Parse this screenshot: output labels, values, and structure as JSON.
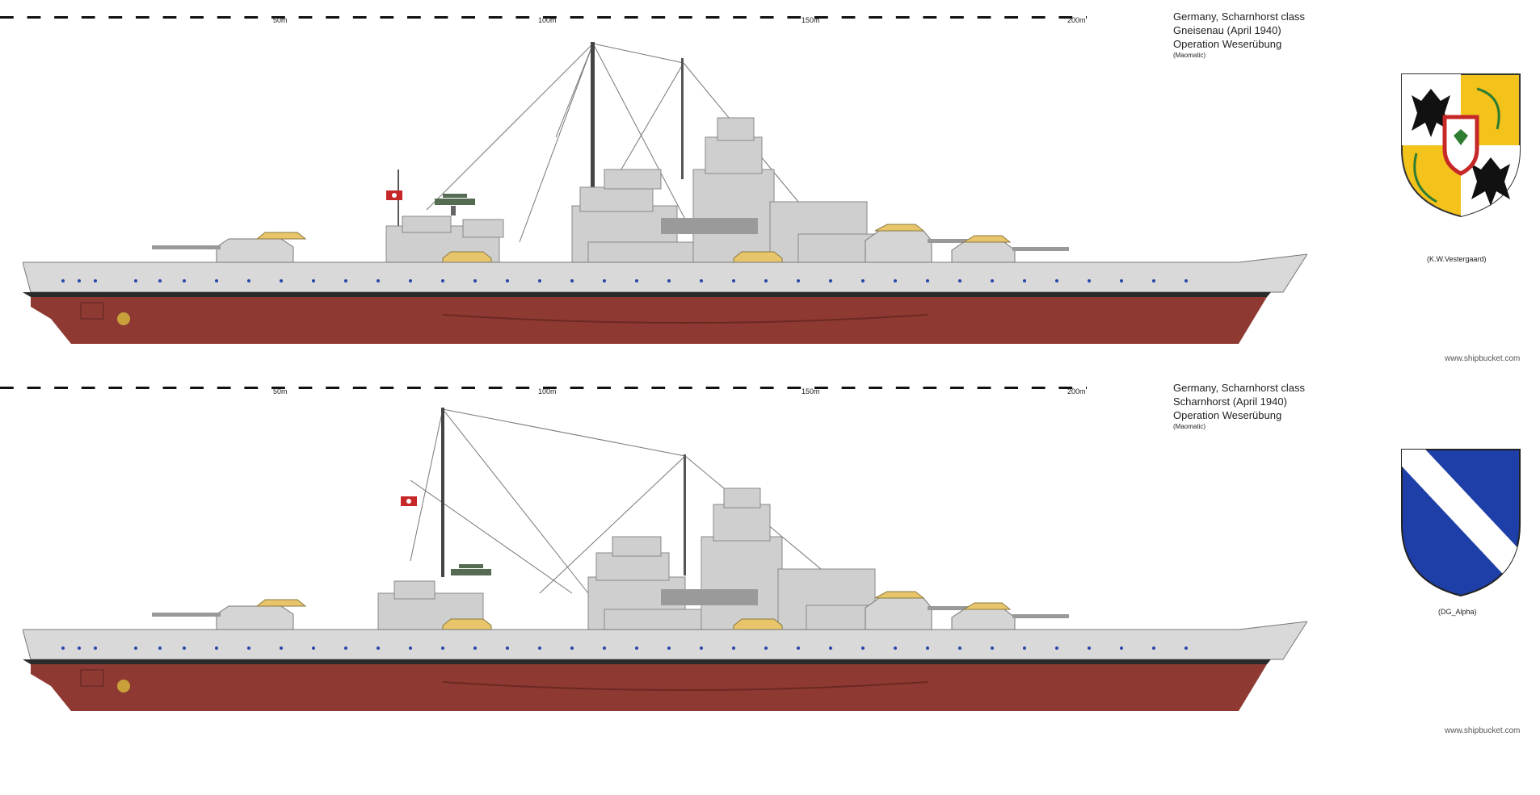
{
  "ruler": {
    "labels": [
      "50m",
      "100m",
      "150m",
      "200m"
    ]
  },
  "ships": [
    {
      "caption_lines": [
        "Germany, Scharnhorst class",
        "Gneisenau  (April 1940)",
        "Operation Weserübung"
      ],
      "author": "(Maomatic)",
      "crest_credit": "(K.W.Vestergaard)",
      "site": "www.shipbucket.com",
      "crest_type": "arms"
    },
    {
      "caption_lines": [
        "Germany, Scharnhorst class",
        "Scharnhorst  (April 1940)",
        "Operation Weserübung"
      ],
      "author": "(Maomatic)",
      "crest_credit": "(DG_Alpha)",
      "site": "www.shipbucket.com",
      "crest_type": "bend"
    }
  ],
  "colors": {
    "hull_red": "#8e3a33",
    "hull_grey": "#d9d9d9",
    "boot_top": "#2a2a2a",
    "turret_yellow": "#e8c56a",
    "crest_blue": "#1f3fa8",
    "crest_gold": "#f3c21b"
  }
}
